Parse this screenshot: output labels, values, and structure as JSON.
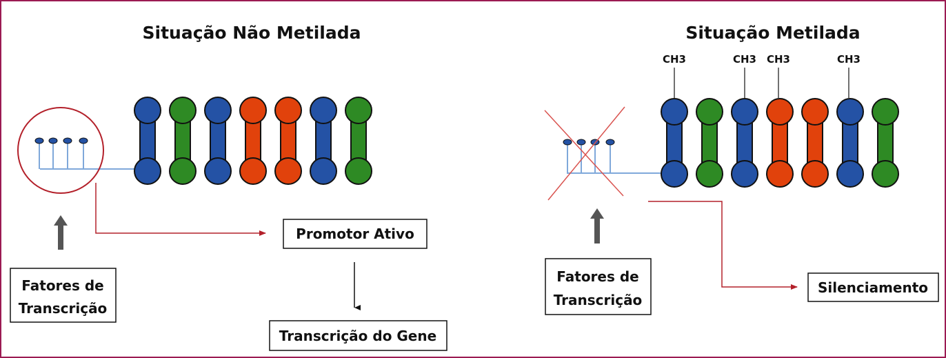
{
  "left": {
    "title": "Situação Não Metilada",
    "tf_label_line1": "Fatores de",
    "tf_label_line2": "Transcrição",
    "promoter_label": "Promotor Ativo",
    "result_label": "Transcrição do Gene"
  },
  "right": {
    "title": "Situação Metilada",
    "methyl_labels": [
      "CH3",
      "CH3",
      "CH3",
      "CH3"
    ],
    "tf_label_line1": "Fatores de",
    "tf_label_line2": "Transcrição",
    "result_label": "Silenciamento"
  },
  "colors": {
    "frame": "#9b1b53",
    "blue": "#2452a5",
    "green": "#2e8a24",
    "orange": "#e1420c",
    "promoter_line": "#7fa8da",
    "arrow_red": "#b3202a",
    "gray_arrow": "#555555",
    "cross": "#d9534f"
  },
  "pillar_colors_left": [
    "blue",
    "green",
    "blue",
    "orange",
    "orange",
    "blue",
    "green"
  ],
  "pillar_colors_right": [
    "blue",
    "green",
    "blue",
    "orange",
    "orange",
    "blue",
    "green"
  ]
}
